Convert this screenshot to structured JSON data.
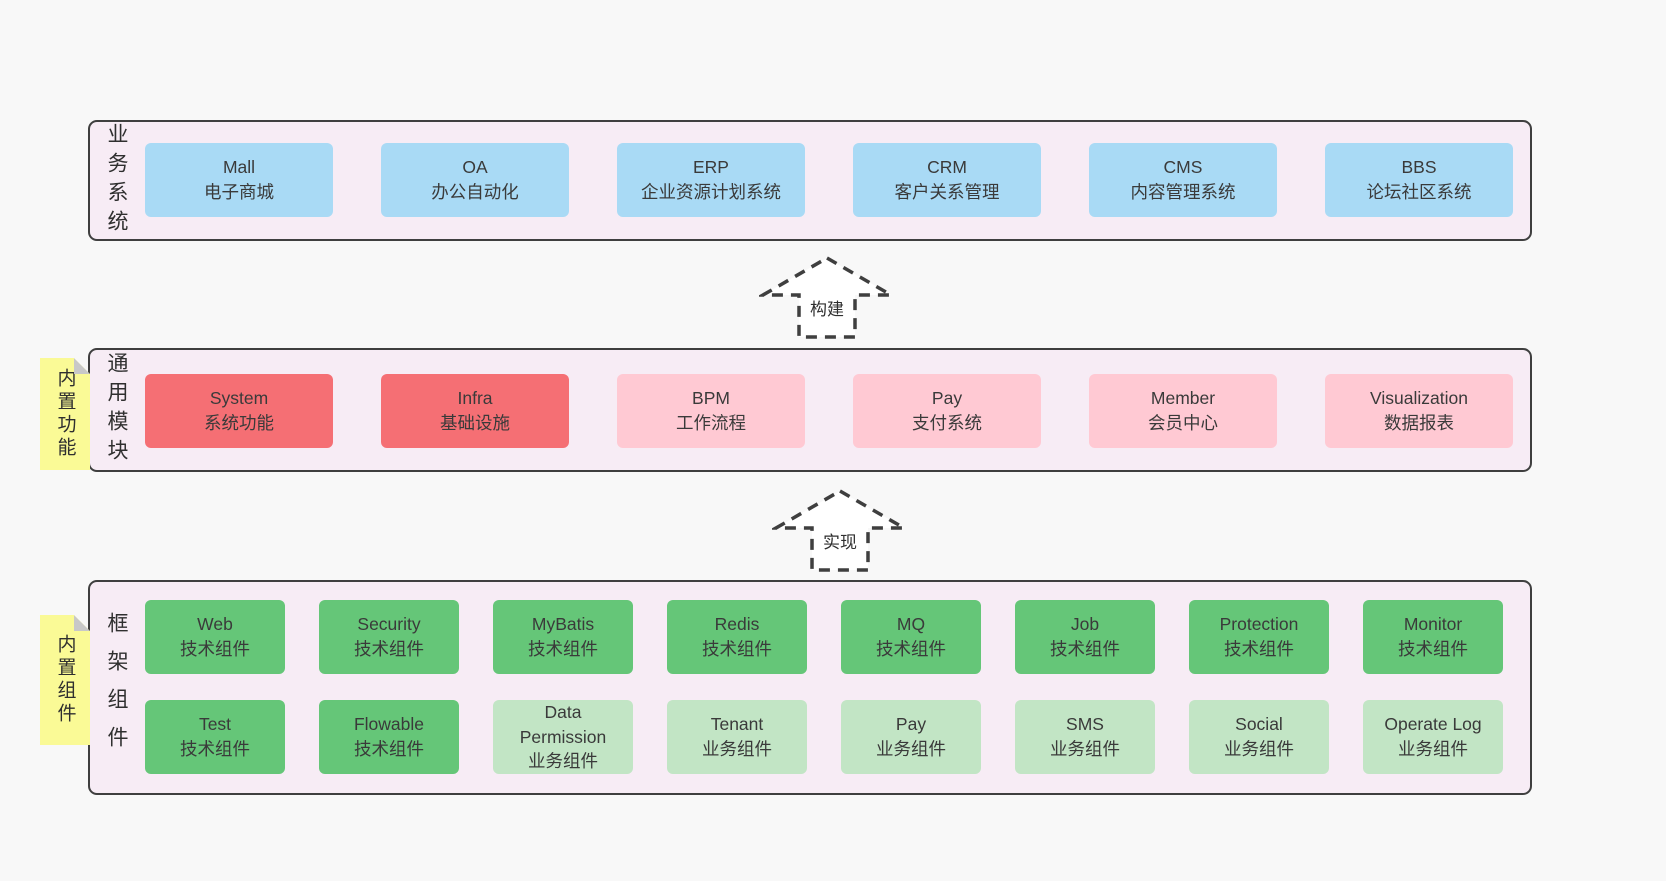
{
  "colors": {
    "page_bg": "#f8f8f8",
    "band_bg": "#f7ecf5",
    "band_border": "#3f3f3f",
    "text": "#3a3a3a",
    "blue": "#a9daf5",
    "red": "#f56f74",
    "pink": "#ffc9d3",
    "green": "#65c678",
    "light_green": "#c2e5c5",
    "yellow": "#fafa96",
    "fold": "#c8c8c8"
  },
  "bands": [
    {
      "label": "业务系统",
      "boxes": [
        {
          "title": "Mall",
          "subtitle": "电子商城",
          "variant": "blue"
        },
        {
          "title": "OA",
          "subtitle": "办公自动化",
          "variant": "blue"
        },
        {
          "title": "ERP",
          "subtitle": "企业资源计划系统",
          "variant": "blue"
        },
        {
          "title": "CRM",
          "subtitle": "客户关系管理",
          "variant": "blue"
        },
        {
          "title": "CMS",
          "subtitle": "内容管理系统",
          "variant": "blue"
        },
        {
          "title": "BBS",
          "subtitle": "论坛社区系统",
          "variant": "blue"
        }
      ]
    },
    {
      "label": "通用模块",
      "sticky": "内置功能",
      "boxes": [
        {
          "title": "System",
          "subtitle": "系统功能",
          "variant": "red"
        },
        {
          "title": "Infra",
          "subtitle": "基础设施",
          "variant": "red"
        },
        {
          "title": "BPM",
          "subtitle": "工作流程",
          "variant": "pink"
        },
        {
          "title": "Pay",
          "subtitle": "支付系统",
          "variant": "pink"
        },
        {
          "title": "Member",
          "subtitle": "会员中心",
          "variant": "pink"
        },
        {
          "title": "Visualization",
          "subtitle": "数据报表",
          "variant": "pink"
        }
      ]
    },
    {
      "label": "框架组件",
      "sticky": "内置组件",
      "rows": [
        [
          {
            "title": "Web",
            "subtitle": "技术组件",
            "variant": "green"
          },
          {
            "title": "Security",
            "subtitle": "技术组件",
            "variant": "green"
          },
          {
            "title": "MyBatis",
            "subtitle": "技术组件",
            "variant": "green"
          },
          {
            "title": "Redis",
            "subtitle": "技术组件",
            "variant": "green"
          },
          {
            "title": "MQ",
            "subtitle": "技术组件",
            "variant": "green"
          },
          {
            "title": "Job",
            "subtitle": "技术组件",
            "variant": "green"
          },
          {
            "title": "Protection",
            "subtitle": "技术组件",
            "variant": "green"
          },
          {
            "title": "Monitor",
            "subtitle": "技术组件",
            "variant": "green"
          }
        ],
        [
          {
            "title": "Test",
            "subtitle": "技术组件",
            "variant": "green"
          },
          {
            "title": "Flowable",
            "subtitle": "技术组件",
            "variant": "green"
          },
          {
            "title": "Data Permission",
            "subtitle": "业务组件",
            "variant": "light_green"
          },
          {
            "title": "Tenant",
            "subtitle": "业务组件",
            "variant": "light_green"
          },
          {
            "title": "Pay",
            "subtitle": "业务组件",
            "variant": "light_green"
          },
          {
            "title": "SMS",
            "subtitle": "业务组件",
            "variant": "light_green"
          },
          {
            "title": "Social",
            "subtitle": "业务组件",
            "variant": "light_green"
          },
          {
            "title": "Operate Log",
            "subtitle": "业务组件",
            "variant": "light_green"
          }
        ]
      ]
    }
  ],
  "arrows": [
    {
      "label": "构建"
    },
    {
      "label": "实现"
    }
  ]
}
